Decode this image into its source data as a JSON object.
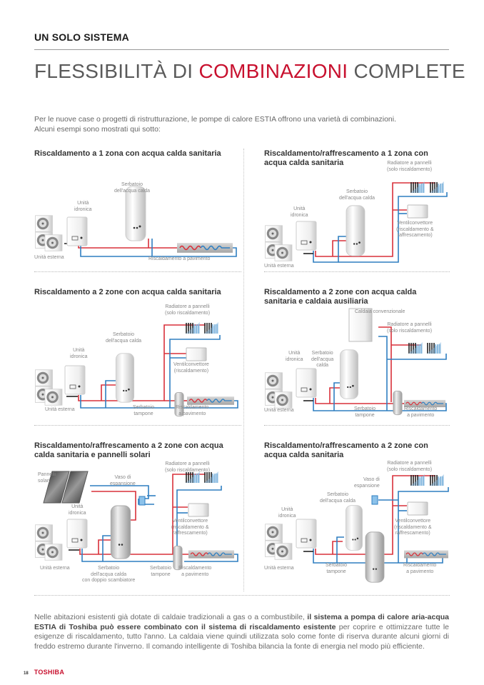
{
  "header": {
    "section_label": "UN SOLO SISTEMA",
    "title_part1": "FLESSIBILITÀ DI ",
    "title_accent": "COMBINAZIONI",
    "title_part2": " COMPLETE",
    "accent_color": "#c8102e"
  },
  "intro": {
    "line1": "Per le nuove case o progetti di ristrutturazione, le pompe di calore ESTIA offrono una varietà di combinazioni.",
    "line2": "Alcuni esempi sono mostrati qui sotto:"
  },
  "pipe_colors": {
    "hot": "#d9303a",
    "cold": "#2f7fc1"
  },
  "panels": [
    {
      "title": "Riscaldamento a 1 zona con acqua calda sanitaria",
      "labels": {
        "tank": "Serbatoio\ndell'acqua calda",
        "hydro": "Unità\nidronica",
        "outdoor": "Unità esterna",
        "floor": "Riscaldamento a pavimento"
      }
    },
    {
      "title": "Riscaldamento/raffrescamento a 1 zona con acqua calda sanitaria",
      "labels": {
        "radiator": "Radiatore a pannelli\n(solo riscaldamento)",
        "tank": "Serbatoio\ndell'acqua calda",
        "hydro": "Unità\nidronica",
        "fancoil": "Ventilconvettore\n(riscaldamento &\nraffrescamento)",
        "outdoor": "Unità esterna"
      }
    },
    {
      "title": "Riscaldamento a 2 zone con acqua calda sanitaria",
      "labels": {
        "radiator": "Radiatore a pannelli\n(solo riscaldamento)",
        "tank": "Serbatoio\ndell'acqua calda",
        "hydro": "Unità\nidronica",
        "fancoil": "Ventilconvettore\n(riscaldamento)",
        "outdoor": "Unità esterna",
        "buffer": "Serbatoio\ntampone",
        "floor": "Riscaldamento\na pavimento"
      }
    },
    {
      "title": "Riscaldamento a 2 zone con acqua calda sanitaria e caldaia ausiliaria",
      "labels": {
        "boiler": "Caldaia convenzionale",
        "radiator": "Radiatore a pannelli\n(solo riscaldamento)",
        "hydro": "Unità\nidronica",
        "tank": "Serbatoio\ndell'acqua\ncalda",
        "outdoor": "Unità esterna",
        "buffer": "Serbatoio\ntampone",
        "floor": "Riscaldamento\na pavimento"
      }
    },
    {
      "title": "Riscaldamento/raffrescamento a 2 zone con acqua calda sanitaria e pannelli solari",
      "labels": {
        "solar": "Pannelli\nsolari",
        "expansion": "Vaso di\nespansione",
        "radiator": "Radiatore a pannelli\n(solo riscaldamento)",
        "hydro": "Unità\nidronica",
        "fancoil": "Ventilconvettore\n(riscaldamento &\nraffrescamento)",
        "outdoor": "Unità esterna",
        "tank": "Serbatoio\ndell'acqua calda\ncon doppio scambiatore",
        "buffer": "Serbatoio\ntampone",
        "floor": "Riscaldamento\na pavimento"
      }
    },
    {
      "title": "Riscaldamento/raffrescamento a 2 zone con acqua calda sanitaria",
      "labels": {
        "radiator": "Radiatore a pannelli\n(solo riscaldamento)",
        "expansion": "Vaso di\nespansione",
        "tank": "Serbatoio\ndell'acqua calda",
        "hydro": "Unità\nidronica",
        "fancoil": "Ventilconvettore\n(riscaldamento &\nraffrescamento)",
        "outdoor": "Unità esterna",
        "buffer": "Serbatoio\ntampone",
        "floor": "Riscaldamento\na pavimento"
      }
    }
  ],
  "outro": {
    "text1": "Nelle abitazioni esistenti già dotate di caldaie tradizionali a gas o a combustibile, ",
    "bold": "il sistema a pompa di calore aria-acqua ESTIA di Toshiba può essere combinato con il sistema di riscaldamento esistente",
    "text2": " per coprire e ottimizzare tutte le esigenze di riscaldamento, tutto l'anno. La caldaia viene quindi utilizzata solo come fonte di riserva durante alcuni giorni di freddo estremo durante l'inverno. Il comando intelligente di Toshiba bilancia la fonte di energia nel modo più efficiente."
  },
  "footer": {
    "page_number": "18",
    "brand": "TOSHIBA"
  }
}
